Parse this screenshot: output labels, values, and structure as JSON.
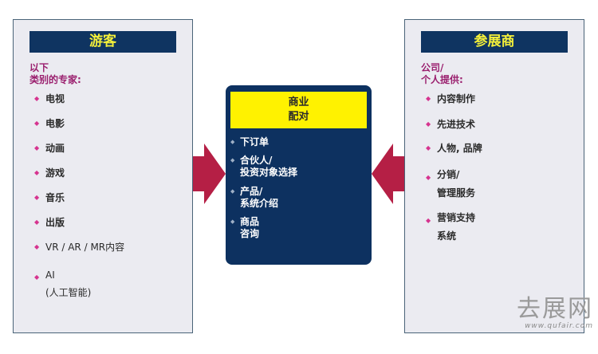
{
  "visitors": {
    "title": "游客",
    "intro": [
      "以下",
      "类别的专家:"
    ],
    "items": [
      "电视",
      "电影",
      "动画",
      "游戏",
      "音乐",
      "出版",
      "VR / AR / MR内容",
      "AI",
      "(人工智能)"
    ]
  },
  "exhibitors": {
    "title": "参展商",
    "intro": [
      "公司/",
      "个人提供:"
    ],
    "items": [
      [
        "内容制作"
      ],
      [
        "先进技术"
      ],
      [
        "人物, 品牌"
      ],
      [
        "分销/",
        "管理服务"
      ],
      [
        "营销支持",
        "系统"
      ]
    ]
  },
  "matching": {
    "title": [
      "商业",
      "配对"
    ],
    "items": [
      [
        "下订单"
      ],
      [
        "合伙人/",
        "投资对象选择"
      ],
      [
        "产品/",
        "系统介绍"
      ],
      [
        "商品",
        "咨询"
      ]
    ]
  },
  "watermark": {
    "logo": "去展网",
    "url": "www.qufair.com"
  },
  "colors": {
    "navy": "#0d3160",
    "yellow": "#fff200",
    "arrow": "#b51f45",
    "bullet": "#d6338f"
  }
}
